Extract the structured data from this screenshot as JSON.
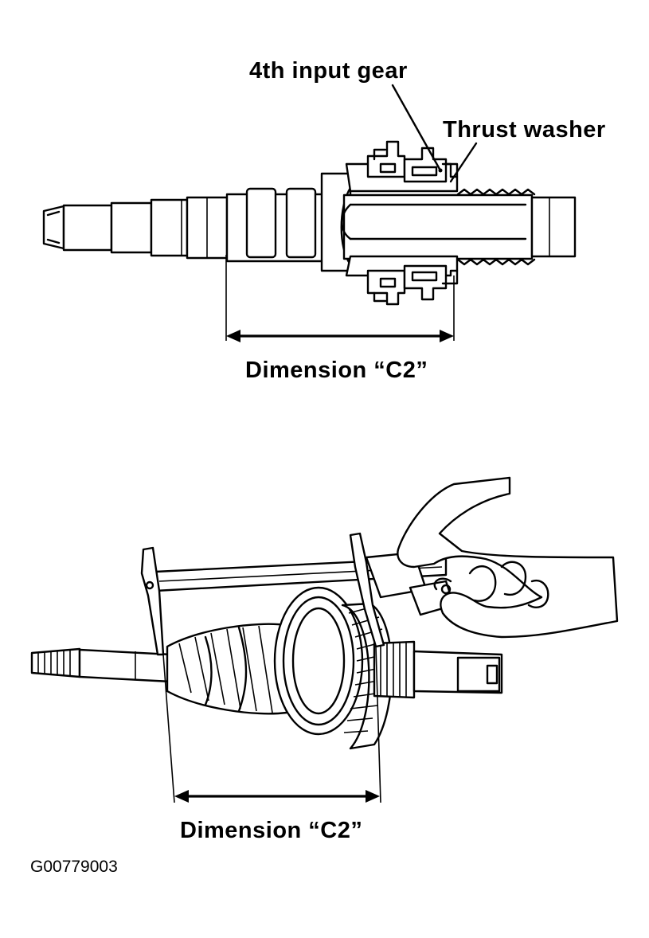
{
  "top_diagram": {
    "label_gear": "4th input gear",
    "label_washer": "Thrust washer",
    "label_dimension": "Dimension “C2”"
  },
  "bottom_diagram": {
    "label_dimension": "Dimension “C2”"
  },
  "figure_code": "G00779003"
}
